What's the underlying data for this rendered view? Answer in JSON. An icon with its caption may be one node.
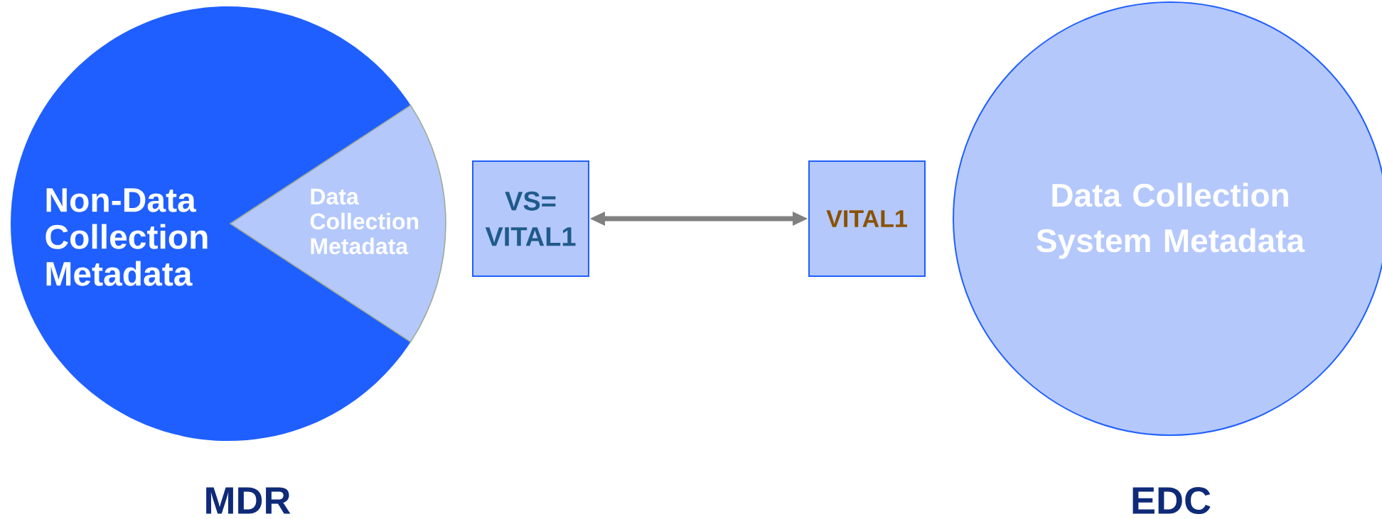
{
  "diagram": {
    "nodes": [
      {
        "text": [
          "Non-Data Collection Metadata"
        ]
      },
      {
        "text": [
          "Data Collection Metadata"
        ],
        "in": 0
      },
      {
        "text": [
          "VS= VITAL1"
        ]
      },
      {
        "text": [
          "VITAL1"
        ]
      },
      {
        "text": [
          "Data Collection System Metadata"
        ]
      }
    ],
    "edges": [
      {
        "from": 2,
        "to": 3,
        "arrow": "both",
        "color": "#808080"
      }
    ],
    "labels": [
      "MDR",
      "EDC"
    ]
  }
}
